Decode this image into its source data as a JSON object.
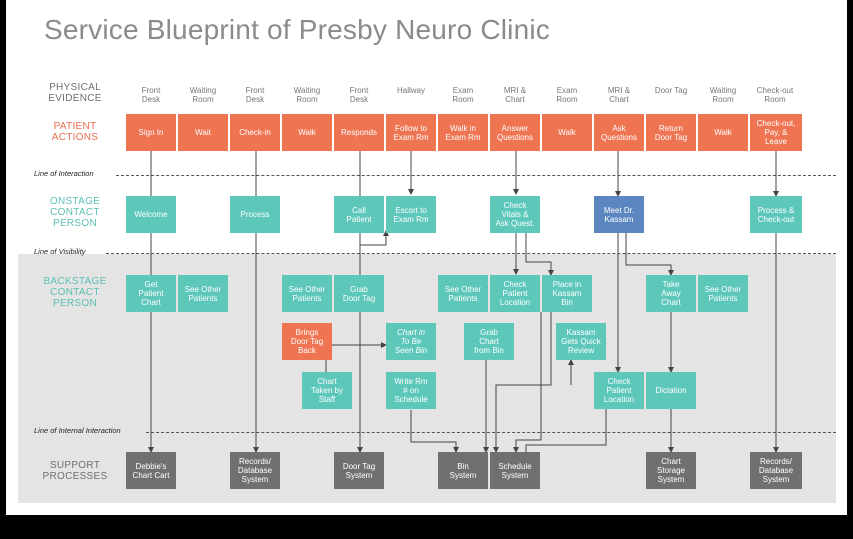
{
  "title": "Service Blueprint of Presby Neuro Clinic",
  "row_labels": {
    "physical_evidence": "PHYSICAL\nEVIDENCE",
    "patient_actions": "PATIENT\nACTIONS",
    "onstage": "ONSTAGE\nCONTACT\nPERSON",
    "backstage": "BACKSTAGE\nCONTACT\nPERSON",
    "support": "SUPPORT\nPROCESSES"
  },
  "divider_labels": {
    "interaction": "Line of Interaction",
    "visibility": "Line of Visibility",
    "internal": "Line of Internal Interaction"
  },
  "evidence": [
    "Front\nDesk",
    "Waiting\nRoom",
    "Front\nDesk",
    "Waiting\nRoom",
    "Front\nDesk",
    "Hallway",
    "Exam\nRoom",
    "MRI &\nChart",
    "Exam\nRoom",
    "MRI &\nChart",
    "Door Tag",
    "Waiting\nRoom",
    "Check-out\nRoom"
  ],
  "patient_actions": [
    "Sign In",
    "Wait",
    "Check-in",
    "Walk",
    "Responds",
    "Follow to\nExam Rm",
    "Walk in\nExam Rm",
    "Answer\nQuestions",
    "Walk",
    "Ask\nQuestions",
    "Return\nDoor Tag",
    "Walk",
    "Check-out,\nPay, &\nLeave"
  ],
  "onstage": {
    "welcome": "Welcome",
    "process": "Process",
    "call_patient": "Call\nPatient",
    "escort": "Escort to\nExam Rm",
    "check_vitals": "Check\nVitals &\nAsk Quest.",
    "meet_dr": "Meet Dr.\nKassam",
    "process_checkout": "Process &\nCheck-out"
  },
  "backstage": {
    "get_patient_chart": "Get\nPatient\nChart",
    "see_other_1": "See Other\nPatients",
    "see_other_2": "See Other\nPatients",
    "grab_door_tag": "Grab\nDoor Tag",
    "see_other_3": "See Other\nPatients",
    "check_patient_location_1": "Check\nPatient\nLocation",
    "place_in_kassam_bin": "Place in\nKassam\nBin",
    "take_away_chart": "Take\nAway\nChart",
    "see_other_4": "See Other\nPatients",
    "brings_door_tag_back": "Brings\nDoor Tag\nBack",
    "chart_in_to_be_seen": "Chart in\nTo Be\nSeen Bin",
    "grab_chart_from_bin": "Grab\nChart\nfrom Bin",
    "kassam_gets_quick_review": "Kassam\nGets Quick\nReview",
    "chart_taken_by_staff": "Chart\nTaken by\nStaff",
    "write_rm": "Write Rm\n# on\nSchedule",
    "check_patient_location_2": "Check\nPatient\nLocation",
    "dictation": "Dictation"
  },
  "support": {
    "debbies_chart_cart": "Debbie's\nChart Cart",
    "records_db_1": "Records/\nDatabase\nSystem",
    "door_tag_system": "Door Tag\nSystem",
    "bin_system": "Bin\nSystem",
    "schedule_system": "Schedule\nSystem",
    "chart_storage_system": "Chart\nStorage\nSystem",
    "records_db_2": "Records/\nDatabase\nSystem"
  },
  "colors": {
    "patient_action": "#ef7452",
    "contact": "#5dc7b9",
    "doctor": "#5b86bf",
    "support": "#707070",
    "backstage_band": "#e4e4e4",
    "title": "#8b8b8b"
  }
}
